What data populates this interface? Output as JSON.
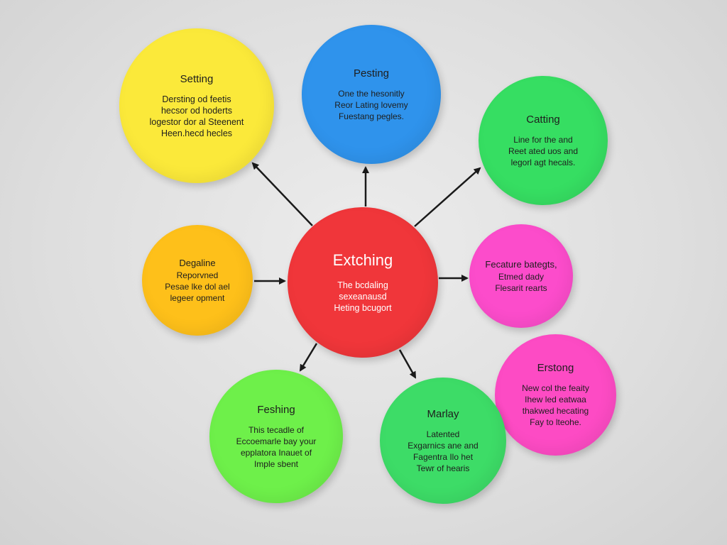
{
  "colors": {
    "background": "#dcdcdc",
    "arrow": "#1a1a1a"
  },
  "center": {
    "title": "Extching",
    "lines": [
      "The bcdaling",
      "sexeanausd",
      "Heting bcugort"
    ],
    "color": "#f0363a"
  },
  "nodes": {
    "setting": {
      "title": "Setting",
      "lines": [
        "Dersting od feetis",
        "hecsor od hoderts",
        "logestor dor al Steenent",
        "Heen.hecd hecles"
      ],
      "color": "#fbe93a"
    },
    "pesting": {
      "title": "Pesting",
      "lines": [
        "One the hesonitly",
        "Reor Lating lovemy",
        "Fuestang pegles."
      ],
      "color": "#2f93ec"
    },
    "catting": {
      "title": "Catting",
      "lines": [
        "Line for the and",
        "Reet ated uos and",
        "legorl agt hecals."
      ],
      "color": "#36de62"
    },
    "degaline": {
      "title": "Degaline",
      "lines": [
        "Reporvned",
        "Pesae lke dol ael",
        "legeer opment"
      ],
      "color": "#fec01a"
    },
    "fecature": {
      "title": "Fecature bategts,",
      "lines": [
        "Etmed dady",
        "Flesarit rearts"
      ],
      "color": "#fc4ccb"
    },
    "erstong": {
      "title": "Erstong",
      "lines": [
        "New col the feaity",
        "Ihew led eatwaa",
        "thakwed hecating",
        "Fay to lteohe."
      ],
      "color": "#fd4bc4"
    },
    "feshing": {
      "title": "Feshing",
      "lines": [
        "This tecadle of",
        "Eccoemarle bay your",
        "epplatora Inauet of",
        "Imple sbent"
      ],
      "color": "#6ef04a"
    },
    "marlay": {
      "title": "Marlay",
      "lines": [
        "Latented",
        "Exgarnics ane and",
        "Fagentra Ilo het",
        "Tewr of hearis"
      ],
      "color": "#3ddc67"
    }
  }
}
